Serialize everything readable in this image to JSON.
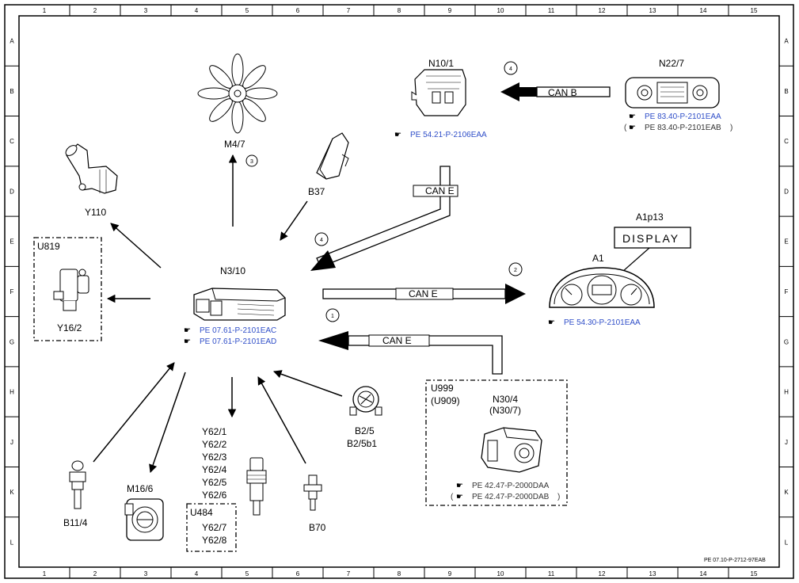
{
  "grid": {
    "columns": [
      "1",
      "2",
      "3",
      "4",
      "5",
      "6",
      "7",
      "8",
      "9",
      "10",
      "11",
      "12",
      "13",
      "14",
      "15"
    ],
    "rows": [
      "A",
      "B",
      "C",
      "D",
      "E",
      "F",
      "G",
      "H",
      "J",
      "K",
      "L"
    ]
  },
  "components": {
    "n3_10": "N3/10",
    "m4_7": "M4/7",
    "b37": "B37",
    "y110": "Y110",
    "u819": "U819",
    "y16_2": "Y16/2",
    "n10_1": "N10/1",
    "n22_7": "N22/7",
    "a1p13": "A1p13",
    "a1": "A1",
    "display_text": "DISPLAY",
    "b11_4": "B11/4",
    "m16_6": "M16/6",
    "y62_list": [
      "Y62/1",
      "Y62/2",
      "Y62/3",
      "Y62/4",
      "Y62/5",
      "Y62/6"
    ],
    "u484": "U484",
    "y62_sub": [
      "Y62/7",
      "Y62/8"
    ],
    "b70": "B70",
    "b2_5": "B2/5",
    "b2_5b1": "B2/5b1",
    "u999": "U999",
    "u909": "(U909)",
    "n30_4": "N30/4",
    "n30_7": "(N30/7)"
  },
  "buses": {
    "can_b": "CAN B",
    "can_e_diag": "CAN E",
    "can_e_a1": "CAN E",
    "can_e_abs": "CAN E"
  },
  "markers": {
    "m1": "1",
    "m2": "2",
    "m3": "3",
    "m4a": "4",
    "m4b": "4"
  },
  "refs": {
    "n10_1": "PE 54.21-P-2106EAA",
    "n22_7_a": "PE 83.40-P-2101EAA",
    "n22_7_b": "PE 83.40-P-2101EAB",
    "n3_10_a": "PE 07.61-P-2101EAC",
    "n3_10_b": "PE 07.61-P-2101EAD",
    "a1": "PE 54.30-P-2101EAA",
    "n30_a": "PE 42.47-P-2000DAA",
    "n30_b": "PE 42.47-P-2000DAB"
  },
  "doc_id": "PE 07.10-P-2712-97EAB",
  "colors": {
    "ref_link": "#2f4ec8",
    "line": "#000000"
  }
}
